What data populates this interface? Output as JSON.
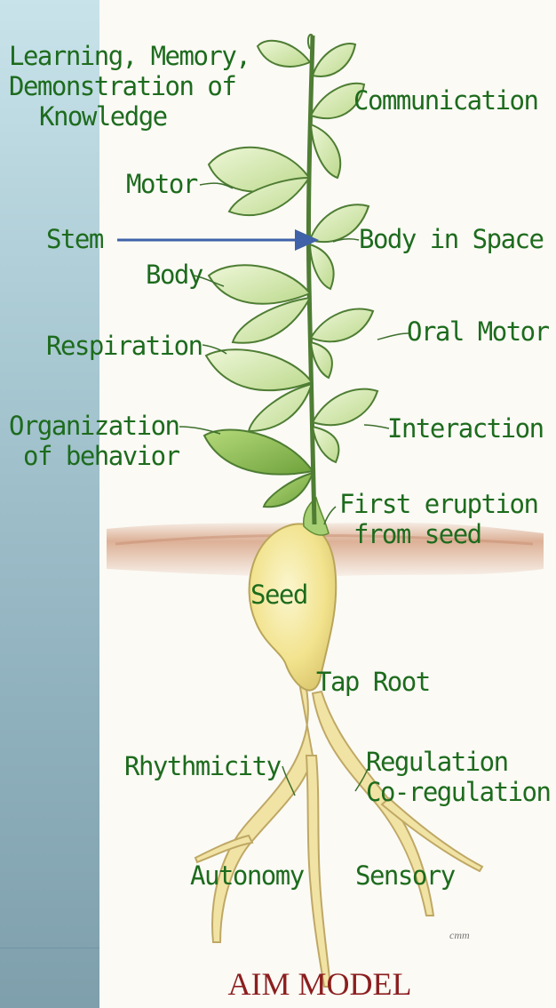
{
  "labels": {
    "learning": [
      "Learning, Memory,",
      "Demonstration of",
      "Knowledge"
    ],
    "communication": "Communication",
    "motor": "Motor",
    "stem": "Stem",
    "body_in_space": "Body in Space",
    "body": "Body",
    "oral_motor": "Oral Motor",
    "respiration": "Respiration",
    "organization": [
      "Organization",
      "of behavior"
    ],
    "interaction": "Interaction",
    "first_eruption": [
      "First eruption",
      "from seed"
    ],
    "seed": "Seed",
    "tap_root": "Tap Root",
    "rhythmicity": "Rhythmicity",
    "regulation": [
      "Regulation",
      "Co-regulation"
    ],
    "autonomy": "Autonomy",
    "sensory": "Sensory"
  },
  "title": "AIM MODEL",
  "signature": "cmm",
  "colors": {
    "label_text": "#1d6b1d",
    "title_text": "#8b1e1e",
    "arrow": "#3f62a8",
    "leaf": "#cde6a6",
    "seed": "#f3e79a",
    "soil": "#c98a6a"
  }
}
